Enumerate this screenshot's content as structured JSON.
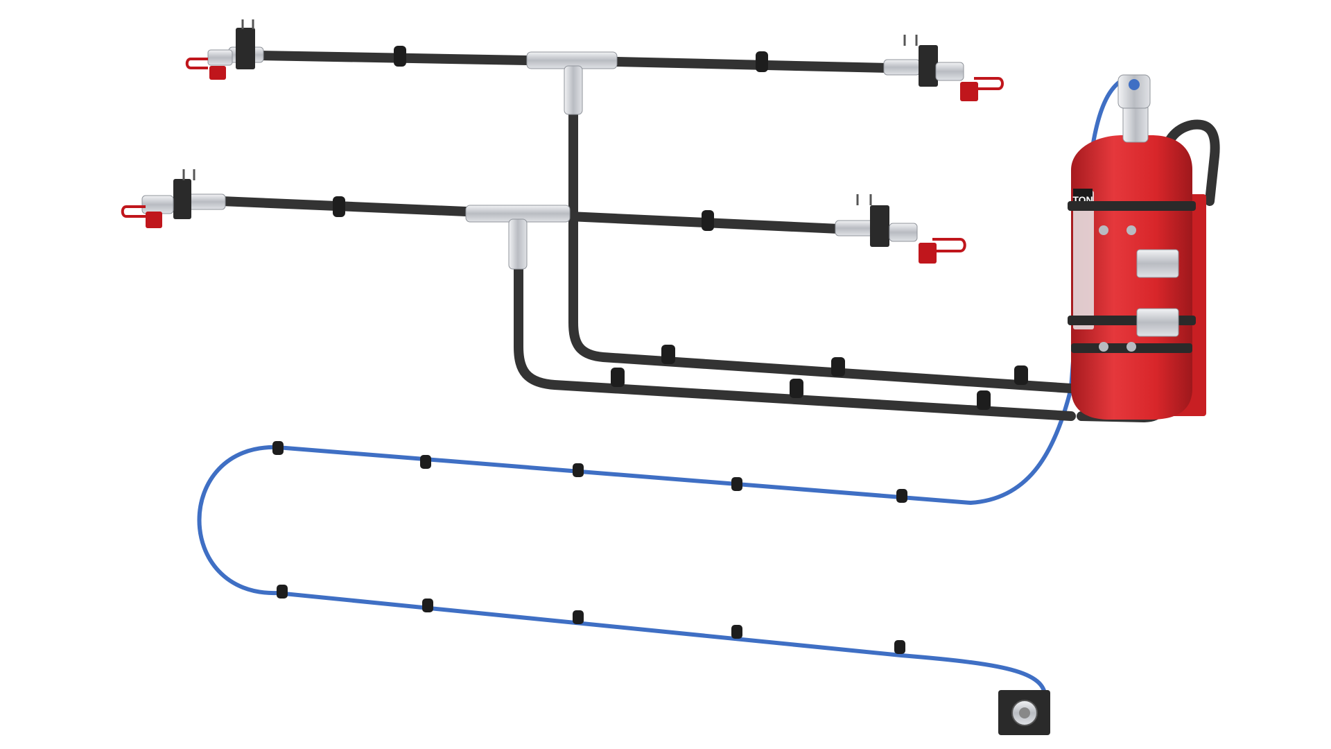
{
  "scene": {
    "background": "#ffffff",
    "colors": {
      "hose": "#333333",
      "hose_highlight": "#555555",
      "detection_tube": "#3f6fc4",
      "cylinder": "#d8262a",
      "cylinder_shadow": "#a61b1f",
      "fitting": "#c9ccd1",
      "nozzle_cap": "#c0161c",
      "bracket": "#2a2a2a",
      "clip": "#1d1d1d"
    },
    "components": {
      "cylinder_label": "TON",
      "icons": [
        "fire-suppression-cylinder",
        "discharge-nozzle",
        "pipe-clip",
        "tee-fitting",
        "manual-actuator"
      ]
    }
  }
}
